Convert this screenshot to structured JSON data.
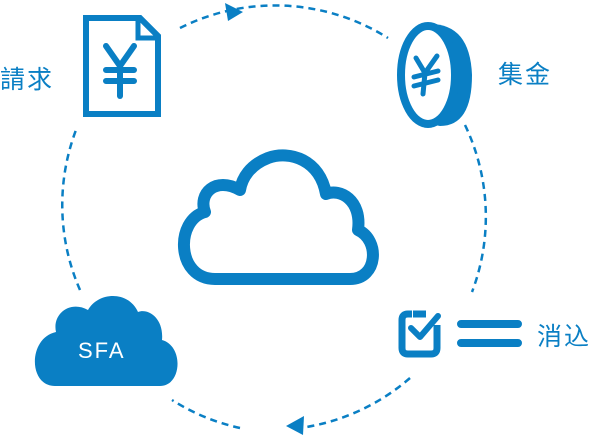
{
  "labels": {
    "invoice": "請求",
    "collection": "集金",
    "reconcile": "消込",
    "sfa": "SFA"
  },
  "colors": {
    "accent": "#0a7fc4",
    "background": "#ffffff"
  }
}
